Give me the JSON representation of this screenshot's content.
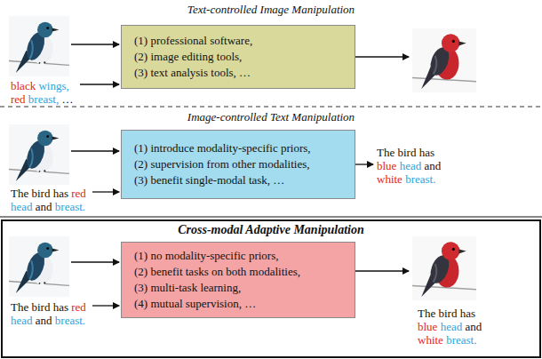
{
  "diagram": {
    "nodes": [
      {
        "text": [
          "(1) professional software,",
          "(2) image editing tools,",
          "(3) text analysis tools, …"
        ]
      },
      {
        "text": [
          "(1) introduce modality-specific priors,",
          "(2) supervision from other modalities,",
          "(3) benefit single-modal task, …"
        ]
      },
      {
        "text": [
          "(1) no modality-specific priors,",
          "(2) benefit tasks on both modalities,",
          "(3) multi-task learning,",
          "(4) mutual supervision, …"
        ]
      }
    ],
    "labels": [
      "Text-controlled Image Manipulation",
      "black wings, red breast, …",
      "Image-controlled Text Manipulation",
      "The bird has red head and breast.",
      "The bird has blue head and white breast.",
      "Cross-modal Adaptive Manipulation",
      "The bird has red head and breast.",
      "The bird has blue head and white breast."
    ]
  }
}
